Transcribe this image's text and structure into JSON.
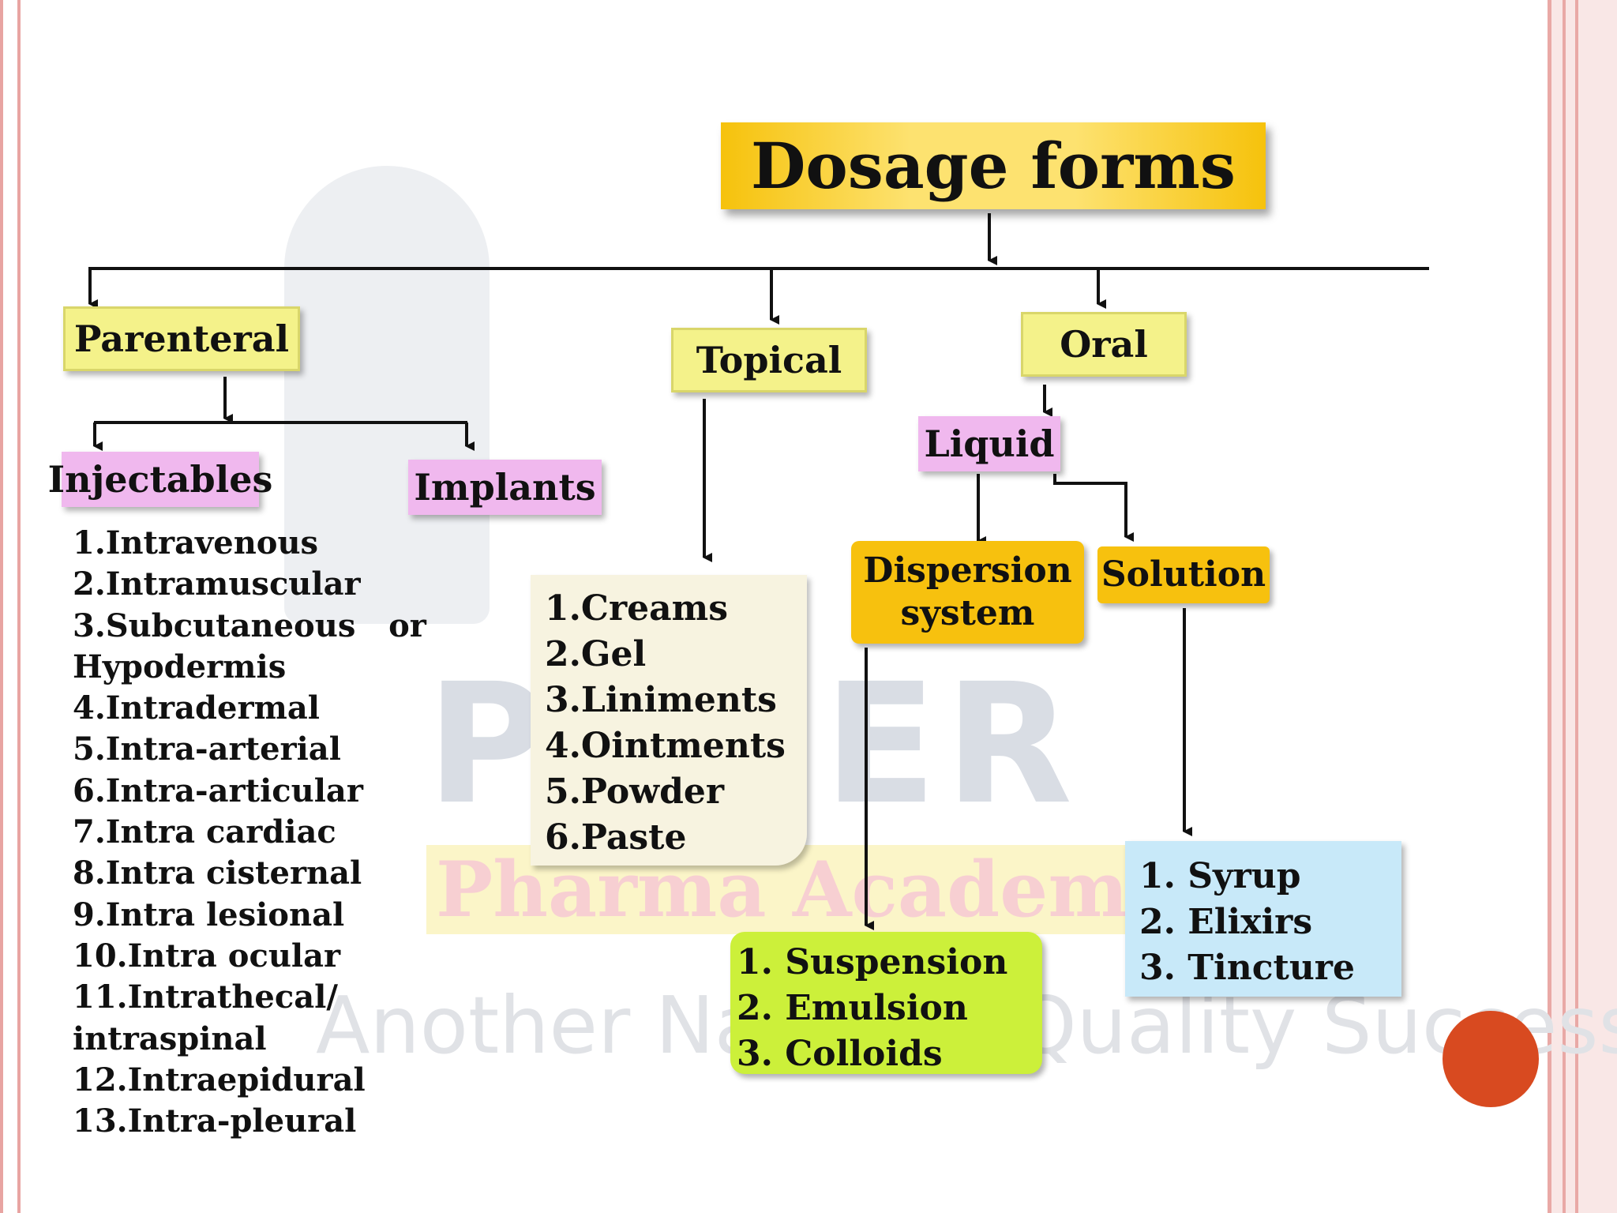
{
  "diagram": {
    "title": "Dosage forms",
    "categories": {
      "parenteral": "Parenteral",
      "topical": "Topical",
      "oral": "Oral"
    },
    "parenteral_sub": {
      "injectables": "Injectables",
      "implants": "Implants"
    },
    "injectables_list": [
      "1.Intravenous",
      "2.Intramuscular",
      "3.Subcutaneous   or",
      "Hypodermis",
      "4.Intradermal",
      "5.Intra-arterial",
      "6.Intra-articular",
      "7.Intra cardiac",
      "8.Intra cisternal",
      "9.Intra lesional",
      "10.Intra ocular",
      "11.Intrathecal/",
      "intraspinal",
      "12.Intraepidural",
      "13.Intra-pleural"
    ],
    "topical_list": [
      "1.Creams",
      "2.Gel",
      "3.Liniments",
      "4.Ointments",
      "5.Powder",
      "6.Paste"
    ],
    "oral_sub": {
      "liquid": "Liquid",
      "dispersion_line1": "Dispersion",
      "dispersion_line2": "system",
      "solution": "Solution"
    },
    "dispersion_list": [
      "1. Suspension",
      "2. Emulsion",
      "3. Colloids"
    ],
    "solution_list": [
      "1. Syrup",
      "2. Elixirs",
      "3. Tincture"
    ]
  },
  "watermark": {
    "brand": "PHEER",
    "academy": "Pharma Academy",
    "tagline": "Another Name of Quality Success"
  },
  "colors": {
    "title_box": "#f6c20c",
    "category_box": "#f4f28a",
    "sub_box": "#f0b8ee",
    "dispersion_box": "#f7c10e",
    "green_box": "#ccf03a",
    "blue_box": "#c8e9f9",
    "topical_box": "#f7f3e0",
    "accent_dot": "#d84a20"
  }
}
